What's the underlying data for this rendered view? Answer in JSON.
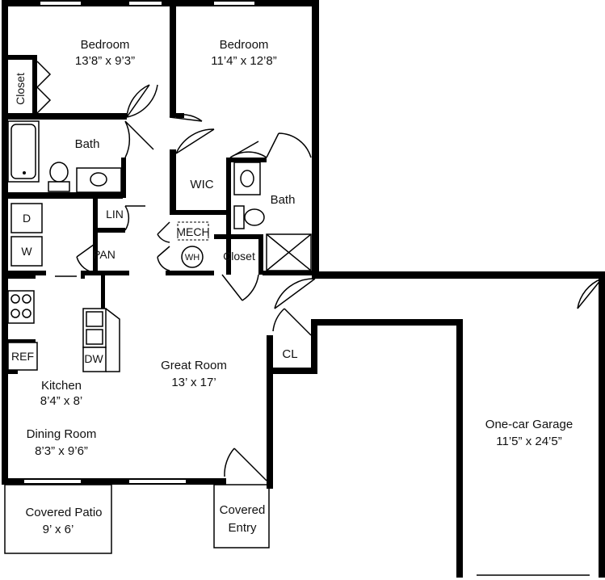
{
  "rooms": {
    "bedroom1": {
      "name": "Bedroom",
      "size": "13’8” x 9’3”"
    },
    "bedroom2": {
      "name": "Bedroom",
      "size": "11’4” x 12’8”"
    },
    "closet1": {
      "name": "Closet"
    },
    "bath1": {
      "name": "Bath"
    },
    "wic": {
      "name": "WIC"
    },
    "bath2": {
      "name": "Bath"
    },
    "mech": {
      "name": "MECH"
    },
    "wh": {
      "name": "WH"
    },
    "closet2": {
      "name": "Closet"
    },
    "lin": {
      "name": "LIN"
    },
    "pan": {
      "name": "PAN"
    },
    "dryer": {
      "name": "D"
    },
    "washer": {
      "name": "W"
    },
    "ref": {
      "name": "REF"
    },
    "dw": {
      "name": "DW"
    },
    "cl": {
      "name": "CL"
    },
    "kitchen": {
      "name": "Kitchen",
      "size": "8’4” x 8’"
    },
    "great_room": {
      "name": "Great Room",
      "size": "13’ x 17’"
    },
    "dining_room": {
      "name": "Dining Room",
      "size": "8’3” x 9’6”"
    },
    "garage": {
      "name": "One-car Garage",
      "size": "11’5” x 24’5”"
    },
    "patio": {
      "name": "Covered Patio",
      "size": "9’ x 6’"
    },
    "entry": {
      "name1": "Covered",
      "name2": "Entry"
    }
  }
}
